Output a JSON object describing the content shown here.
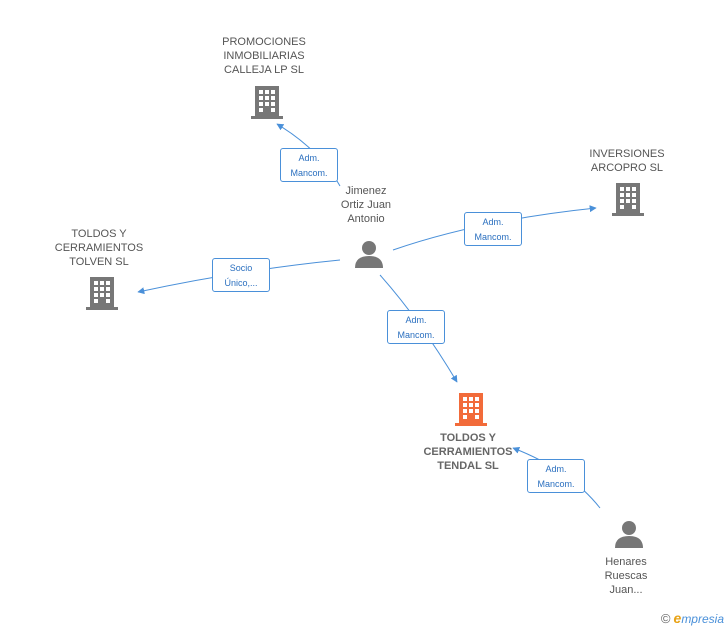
{
  "colors": {
    "edge": "#4a90d9",
    "building": "#777777",
    "main_building": "#f26b3a",
    "person": "#777777"
  },
  "nodes": {
    "promociones": {
      "lines": [
        "PROMOCIONES",
        "INMOBILIARIAS",
        "CALLEJA LP SL"
      ],
      "icon": "building-icon"
    },
    "inversiones": {
      "lines": [
        "INVERSIONES",
        "ARCOPRO SL"
      ],
      "icon": "building-icon"
    },
    "tolven": {
      "lines": [
        "TOLDOS Y",
        "CERRAMIENTOS",
        "TOLVEN  SL"
      ],
      "icon": "building-icon"
    },
    "tendal": {
      "lines": [
        "TOLDOS Y",
        "CERRAMIENTOS",
        "TENDAL SL"
      ],
      "icon": "building-icon"
    },
    "jimenez": {
      "lines": [
        "Jimenez",
        "Ortiz Juan",
        "Antonio"
      ],
      "icon": "person-icon"
    },
    "henares": {
      "lines": [
        "Henares",
        "Ruescas",
        "Juan..."
      ],
      "icon": "person-icon"
    }
  },
  "relations": [
    {
      "id": "rel-promociones",
      "lines": [
        "Adm.",
        "Mancom."
      ]
    },
    {
      "id": "rel-inversiones",
      "lines": [
        "Adm.",
        "Mancom."
      ]
    },
    {
      "id": "rel-tolven",
      "lines": [
        "Socio",
        "Único,..."
      ]
    },
    {
      "id": "rel-tendal",
      "lines": [
        "Adm.",
        "Mancom."
      ]
    },
    {
      "id": "rel-henares",
      "lines": [
        "Adm.",
        "Mancom."
      ]
    }
  ],
  "footer": {
    "copyright": "©",
    "brand_initial": "e",
    "brand_rest": "mpresia"
  }
}
